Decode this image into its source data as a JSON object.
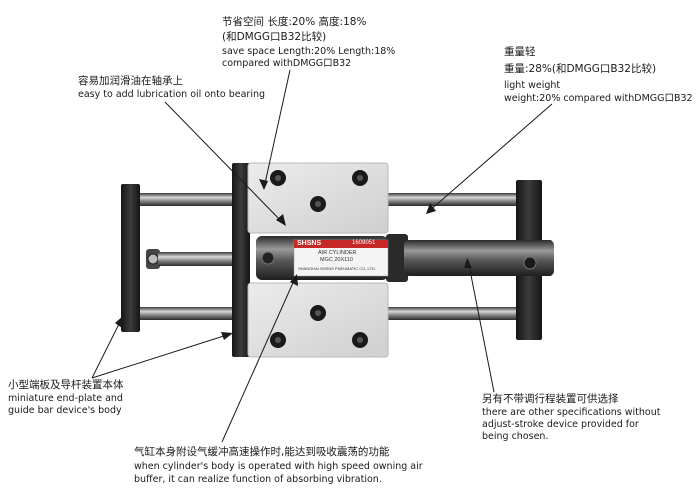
{
  "annotations": {
    "save_space": {
      "cn_line1": "节省空间  长度:20%  高度:18%",
      "cn_line2": "(和DMGG口B32比较)",
      "en_line1": "save space  Length:20%  Length:18%",
      "en_line2": "compared withDMGG口B32"
    },
    "lubrication": {
      "cn": "容易加润滑油在轴承上",
      "en": "easy to add lubrication oil onto bearing"
    },
    "light_weight": {
      "cn_line1": "重量轻",
      "cn_line2": "重量:28%(和DMGG口B32比较)",
      "en_line1": "light weight",
      "en_line2": "weight:20% compared withDMGG口B32"
    },
    "end_plate": {
      "cn": "小型端板及导杆装置本体",
      "en_line1": "miniature end-plate and",
      "en_line2": "guide bar device's body"
    },
    "stroke_adjust": {
      "cn": "另有不带调行程装置可供选择",
      "en_line1": "there are other specifications without",
      "en_line2": "adjust-stroke device provided for",
      "en_line3": "being chosen."
    },
    "cushion": {
      "cn": "气缸本身附设气缓冲高速操作时,能达到吸收震荡的功能",
      "en_line1": "when cylinder's body is operated with high speed owning air",
      "en_line2": "buffer, it can realize function of absorbing vibration."
    }
  },
  "nameplate": {
    "brand": "SHSNS",
    "code": "1609051",
    "line1": "AIR CYLINDER",
    "line2": "MGC 20X110",
    "line3": "SHANGHAI SHSNS PNEUMATIC CO.,LTD."
  }
}
